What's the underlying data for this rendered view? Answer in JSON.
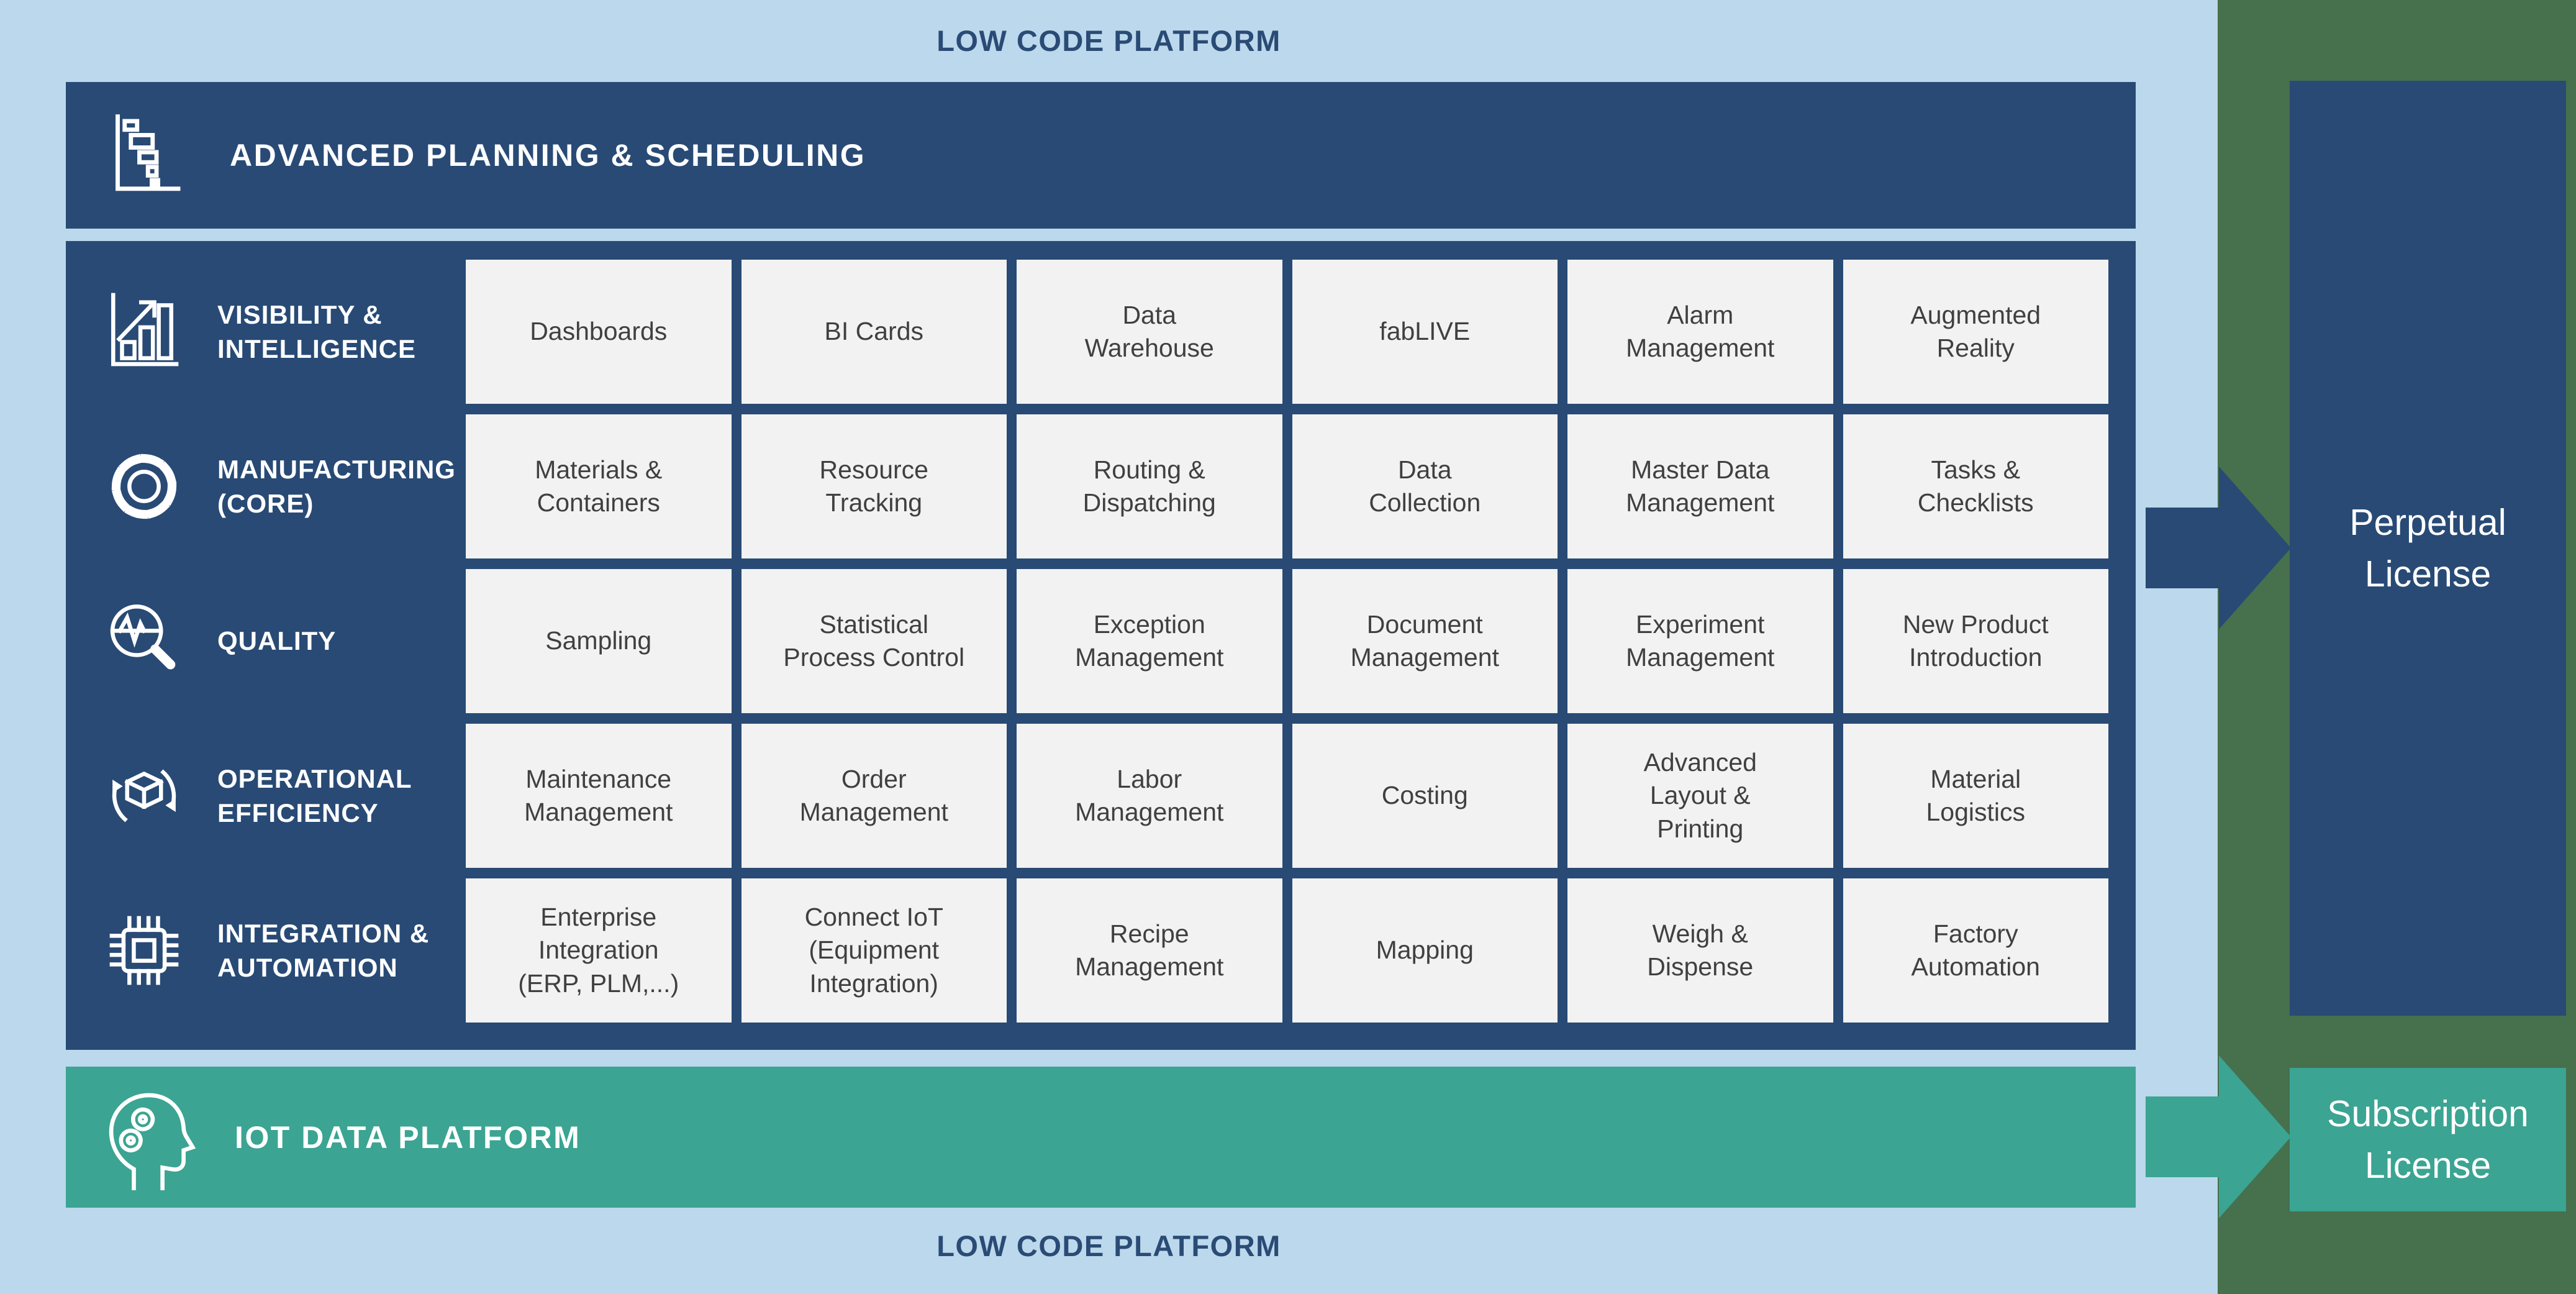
{
  "titles": {
    "top": "LOW CODE PLATFORM",
    "bottom": "LOW CODE PLATFORM"
  },
  "aps_banner": {
    "label": "ADVANCED PLANNING & SCHEDULING",
    "icon": "gantt-chart-icon"
  },
  "iot_banner": {
    "label": "IOT DATA PLATFORM",
    "icon": "head-gears-icon"
  },
  "rows": [
    {
      "label": "VISIBILITY &\nINTELLIGENCE",
      "icon": "bar-chart-growth-icon",
      "cells": [
        "Dashboards",
        "BI Cards",
        "Data\nWarehouse",
        "fabLIVE",
        "Alarm\nManagement",
        "Augmented\nReality"
      ]
    },
    {
      "label": "MANUFACTURING\n(CORE)",
      "icon": "gear-icon",
      "cells": [
        "Materials &\nContainers",
        "Resource\nTracking",
        "Routing &\nDispatching",
        "Data\nCollection",
        "Master Data\nManagement",
        "Tasks &\nChecklists"
      ]
    },
    {
      "label": "QUALITY",
      "icon": "magnifier-pulse-icon",
      "cells": [
        "Sampling",
        "Statistical\nProcess Control",
        "Exception\nManagement",
        "Document\nManagement",
        "Experiment\nManagement",
        "New Product\nIntroduction"
      ]
    },
    {
      "label": "OPERATIONAL\nEFFICIENCY",
      "icon": "cycle-box-icon",
      "cells": [
        "Maintenance\nManagement",
        "Order\nManagement",
        "Labor\nManagement",
        "Costing",
        "Advanced\nLayout &\nPrinting",
        "Material\nLogistics"
      ]
    },
    {
      "label": "INTEGRATION &\nAUTOMATION",
      "icon": "chip-icon",
      "cells": [
        "Enterprise\nIntegration\n(ERP, PLM,...)",
        "Connect IoT\n(Equipment\nIntegration)",
        "Recipe\nManagement",
        "Mapping",
        "Weigh &\nDispense",
        "Factory\nAutomation"
      ]
    }
  ],
  "licenses": {
    "perpetual": "Perpetual\nLicense",
    "subscription": "Subscription\nLicense"
  },
  "colors": {
    "background": "#BCD8EC",
    "navy": "#284A75",
    "teal": "#3BA492",
    "green": "#47704D",
    "cell_bg": "#F2F2F2",
    "cell_text": "#404040",
    "title_text": "#2A4B75",
    "white": "#FFFFFF"
  }
}
